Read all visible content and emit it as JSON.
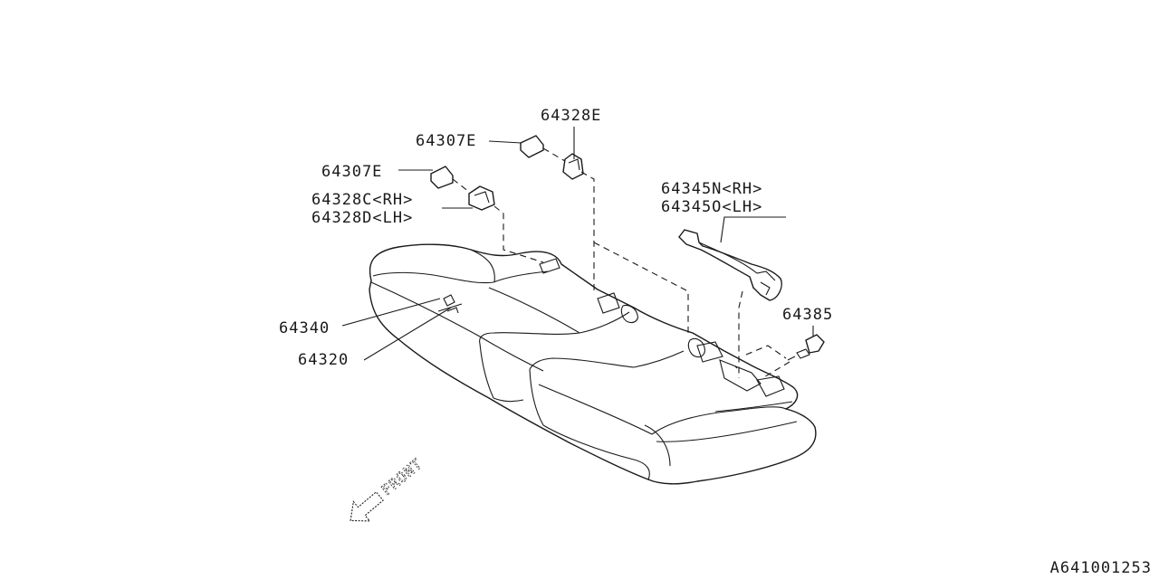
{
  "callouts": {
    "p64328e": "64328E",
    "p64307e_top": "64307E",
    "p64307e_left": "64307E",
    "p64328c": "64328C<RH>",
    "p64328d": "64328D<LH>",
    "p64345n": "64345N<RH>",
    "p64345o": "64345O<LH>",
    "p64385": "64385",
    "p64340": "64340",
    "p64320": "64320"
  },
  "front_marker": "FRONT",
  "diagram_ref": "A641001253"
}
